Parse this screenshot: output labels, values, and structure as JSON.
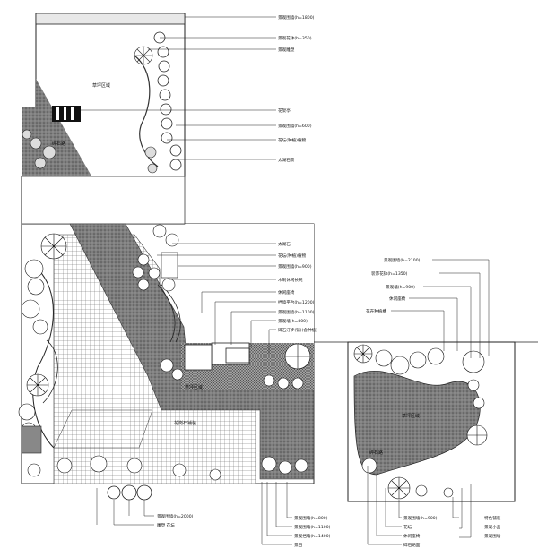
{
  "drawing": {
    "areas": {
      "upper_lawn": "草坪区域",
      "lower_lawn": "草坪区域",
      "center_paving": "花岗石铺装",
      "right_garden": "草坪区域",
      "right_path": "碎石路"
    },
    "callouts_right": [
      "景观围墙(h=1800)",
      "景观花钵(h=350)",
      "景观雕塑",
      "花架亭",
      "景观围墙(h=600)",
      "花坛(种植)植物",
      "太湖石景",
      "太湖石",
      "花坛(种植)植物",
      "景观围墙(h=900)",
      "木制休闲长凳",
      "休闲座椅",
      "挡墙平台(h=1200)",
      "景观围墙(h=1100)",
      "景观墙(h=800)",
      "碎石汀步(铺)(含种植)"
    ],
    "callouts_garden": [
      "景观围墙(h=2100)",
      "装饰花钵(h=1350)",
      "景观墙(h=900)",
      "休闲座椅",
      "花卉种植槽"
    ],
    "callouts_bottom_left": [
      "景观围墙(h=2000)",
      "雕塑 花坛"
    ],
    "callouts_bottom_center": [
      "景观围墙(h=800)",
      "景观围墙(h=1100)",
      "景观挡墙(h=1400)",
      "景石"
    ],
    "callouts_bottom_right": [
      "景观围墙(h=900)",
      "花坛",
      "休闲座椅",
      "碎石路面",
      "特色铺装",
      "景观小品",
      "景观围墙"
    ]
  }
}
